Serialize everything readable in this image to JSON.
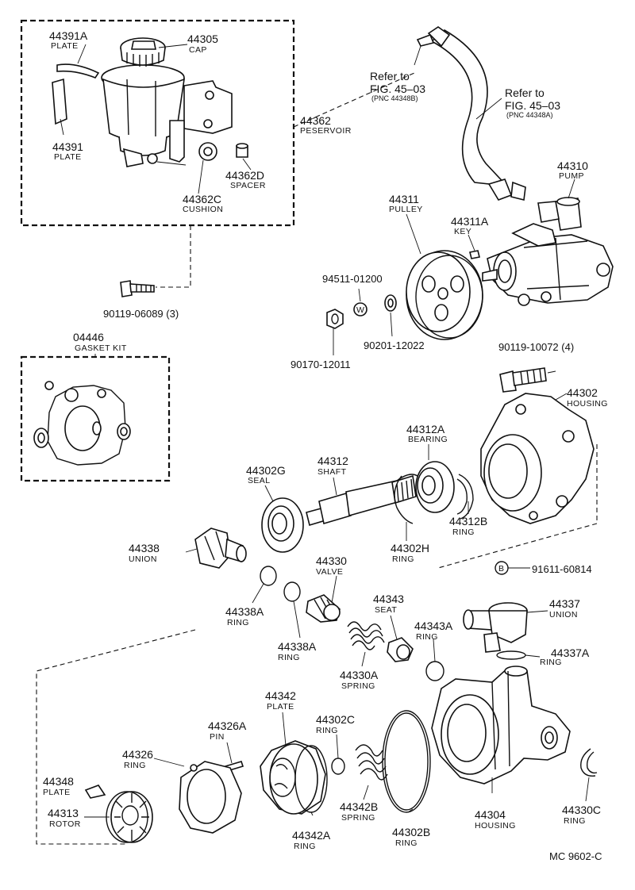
{
  "refs": [
    {
      "line1": "Refer to",
      "line2": "FIG. 45–03",
      "pnc": "(PNC 44348B)"
    },
    {
      "line1": "Refer to",
      "line2": "FIG. 45–03",
      "pnc": "(PNC 44348A)"
    }
  ],
  "labels": {
    "l44391a": {
      "num": "44391A",
      "name": "PLATE"
    },
    "l44305": {
      "num": "44305",
      "name": "CAP"
    },
    "l44362": {
      "num": "44362",
      "name": "PESERVOIR"
    },
    "l44391": {
      "num": "44391",
      "name": "PLATE"
    },
    "l44362d": {
      "num": "44362D",
      "name": "SPACER"
    },
    "l44362c": {
      "num": "44362C",
      "name": "CUSHION"
    },
    "l44310": {
      "num": "44310",
      "name": "PUMP"
    },
    "l44311": {
      "num": "44311",
      "name": "PULLEY"
    },
    "l44311a": {
      "num": "44311A",
      "name": "KEY"
    },
    "l9011906089": {
      "num": "90119-06089 (3)"
    },
    "l9451101200": {
      "num": "94511-01200"
    },
    "l9020112022": {
      "num": "90201-12022"
    },
    "l9017012011": {
      "num": "90170-12011"
    },
    "l04446": {
      "num": "04446",
      "name": "GASKET KIT"
    },
    "l9011910072": {
      "num": "90119-10072 (4)"
    },
    "l44302": {
      "num": "44302",
      "name": "HOUSING"
    },
    "l44312a": {
      "num": "44312A",
      "name": "BEARING"
    },
    "l44302g": {
      "num": "44302G",
      "name": "SEAL"
    },
    "l44312": {
      "num": "44312",
      "name": "SHAFT"
    },
    "l44312b": {
      "num": "44312B",
      "name": "RING"
    },
    "l44302h": {
      "num": "44302H",
      "name": "RING"
    },
    "l44338": {
      "num": "44338",
      "name": "UNION"
    },
    "l44330": {
      "num": "44330",
      "name": "VALVE"
    },
    "l9161160814": {
      "num": "91611-60814",
      "mark": "B"
    },
    "l44338a1": {
      "num": "44338A",
      "name": "RING"
    },
    "l44338a2": {
      "num": "44338A",
      "name": "RING"
    },
    "l44343": {
      "num": "44343",
      "name": "SEAT"
    },
    "l44337": {
      "num": "44337",
      "name": "UNION"
    },
    "l44343a": {
      "num": "44343A",
      "name": "RING"
    },
    "l44337a": {
      "num": "44337A",
      "name": "RING"
    },
    "l44330a": {
      "num": "44330A",
      "name": "SPRING"
    },
    "l44342": {
      "num": "44342",
      "name": "PLATE"
    },
    "l44326a": {
      "num": "44326A",
      "name": "PIN"
    },
    "l44302c": {
      "num": "44302C",
      "name": "RING"
    },
    "l44326": {
      "num": "44326",
      "name": "RING"
    },
    "l44348": {
      "num": "44348",
      "name": "PLATE"
    },
    "l44313": {
      "num": "44313",
      "name": "ROTOR"
    },
    "l44342b": {
      "num": "44342B",
      "name": "SPRING"
    },
    "l44342a": {
      "num": "44342A",
      "name": "RING"
    },
    "l44302b": {
      "num": "44302B",
      "name": "RING"
    },
    "l44304": {
      "num": "44304",
      "name": "HOUSING"
    },
    "l44330c": {
      "num": "44330C",
      "name": "RING"
    }
  },
  "washer_mark": "W",
  "drawing_code": "MC 9602-C"
}
